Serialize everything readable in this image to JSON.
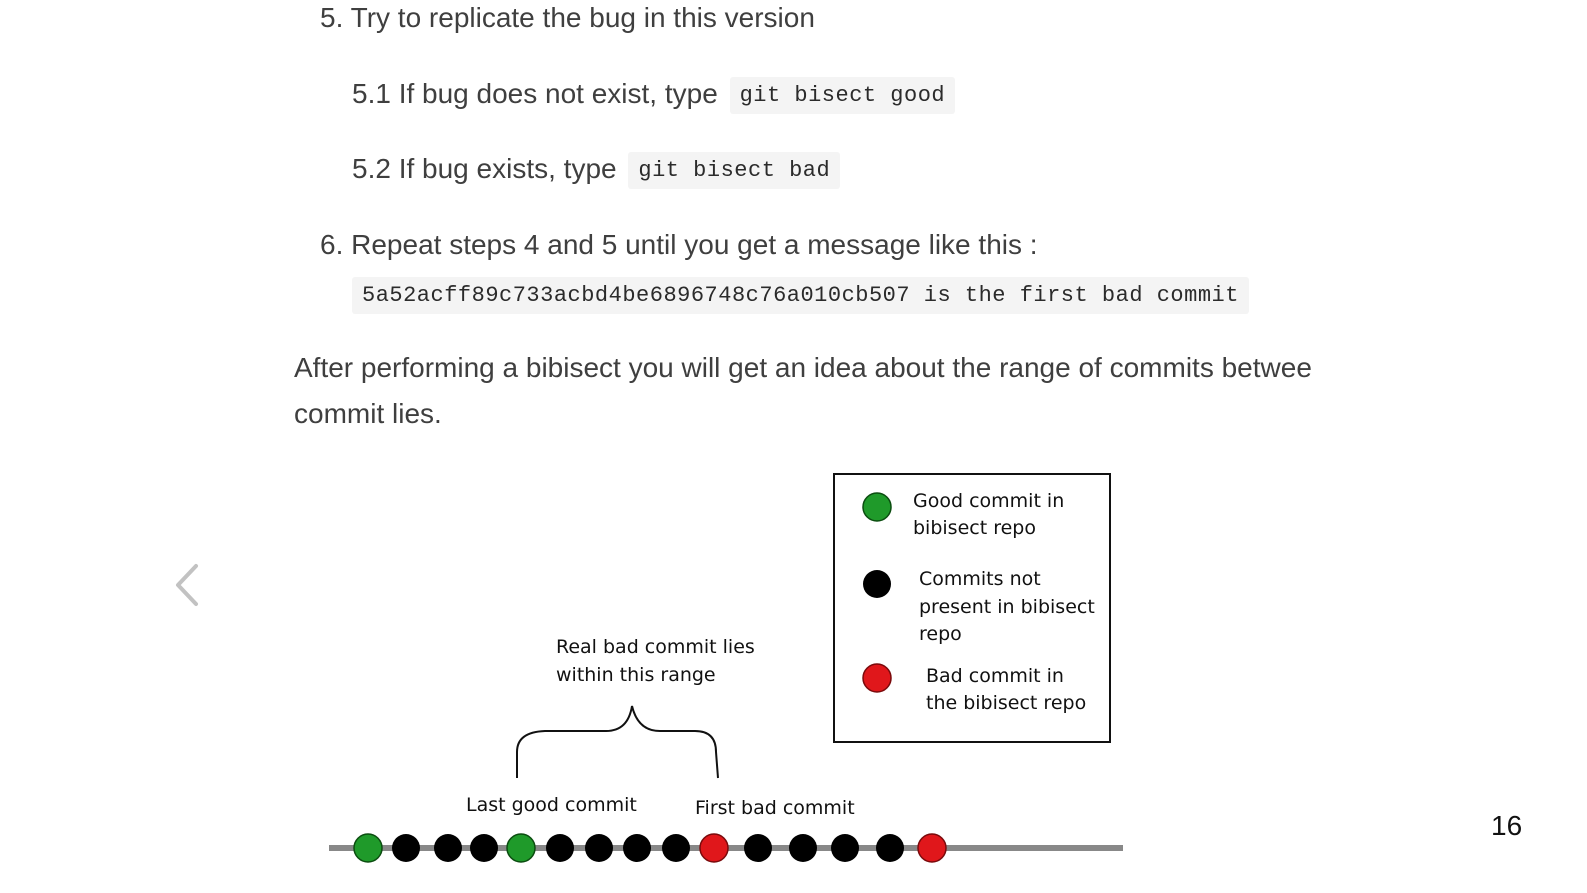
{
  "steps": {
    "step5": "5. Try to replicate the bug in this version",
    "step5_1_text": "5.1 If bug does not exist, type",
    "step5_1_code": "git bisect good",
    "step5_2_text": "5.2 If bug exists, type",
    "step5_2_code": "git bisect bad",
    "step6": "6. Repeat steps 4 and 5 until you get a message like this :",
    "step6_code": "5a52acff89c733acbd4be6896748c76a010cb507 is the first bad commit"
  },
  "paragraph": {
    "line1": "After performing a bibisect you will get an idea about the range of commits betwee",
    "line2": "commit lies."
  },
  "diagram": {
    "range_label_line1": "Real bad commit lies",
    "range_label_line2": "within this range",
    "last_good_label": "Last good commit",
    "first_bad_label": "First bad commit",
    "legend": {
      "good_line1": "Good commit in",
      "good_line2": "bibisect repo",
      "notpresent_line1": "Commits not",
      "notpresent_line2": "present in bibisect",
      "notpresent_line3": "repo",
      "bad_line1": "Bad commit in",
      "bad_line2": "the bibisect repo"
    },
    "commits": [
      "good",
      "none",
      "none",
      "none",
      "good",
      "none",
      "none",
      "none",
      "none",
      "bad",
      "none",
      "none",
      "none",
      "none",
      "bad"
    ],
    "colors": {
      "good": "#1f9a2a",
      "none": "#000000",
      "bad": "#e0171b",
      "line": "#888888"
    }
  },
  "nav": {
    "prev_icon": "chevron-left-icon"
  },
  "page_number": "16"
}
